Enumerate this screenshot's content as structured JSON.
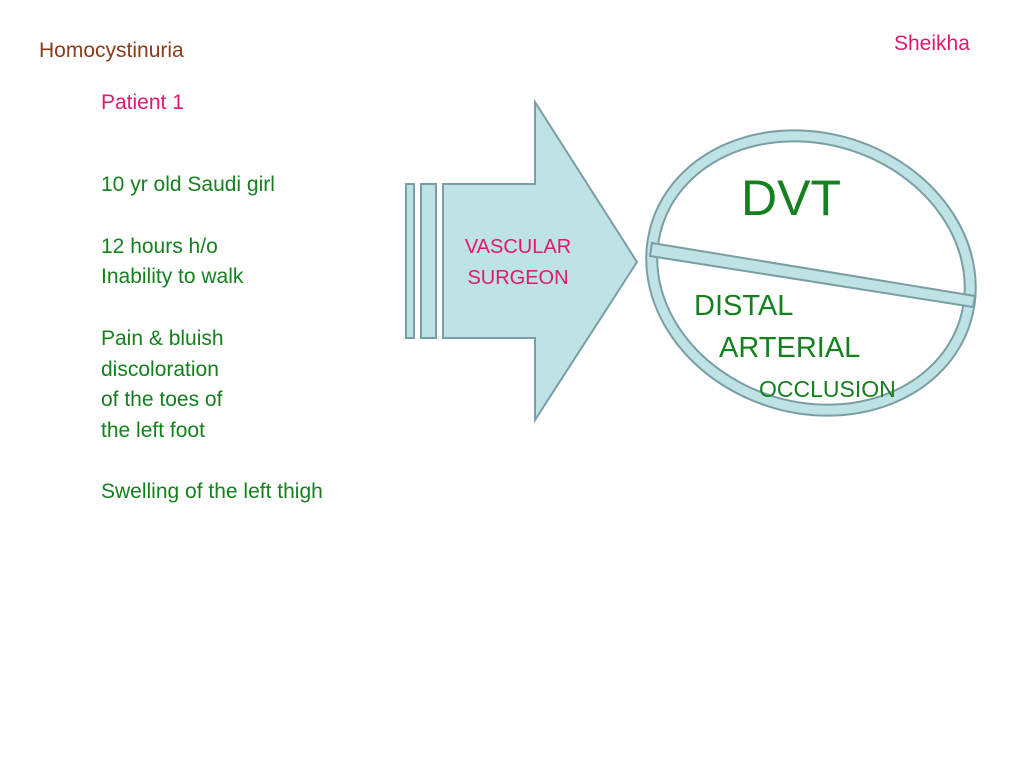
{
  "header": {
    "topic": "Homocystinuria",
    "author": "Sheikha"
  },
  "case": {
    "title": "Patient 1",
    "lines": [
      "10 yr old Saudi girl",
      "12 hours h/o",
      "Inability to walk",
      "Pain  & bluish",
      "discoloration",
      "of the toes of",
      "the left foot",
      "Swelling of the left thigh"
    ]
  },
  "arrow": {
    "label_line1": "VASCULAR",
    "label_line2": "SURGEON",
    "fill": "#bfe2e4",
    "stroke": "#7a9ea5"
  },
  "oval": {
    "top_label": "DVT",
    "bottom_label_line1": "DISTAL",
    "bottom_label_line2": "ARTERIAL",
    "bottom_label_line3": "OCCLUSION",
    "ring_color": "#bfe2e4",
    "outline_color": "#7a9ea5"
  },
  "colors": {
    "topic": "#8b3a1a",
    "accent_pink": "#e0186e",
    "body_green": "#14801e"
  }
}
